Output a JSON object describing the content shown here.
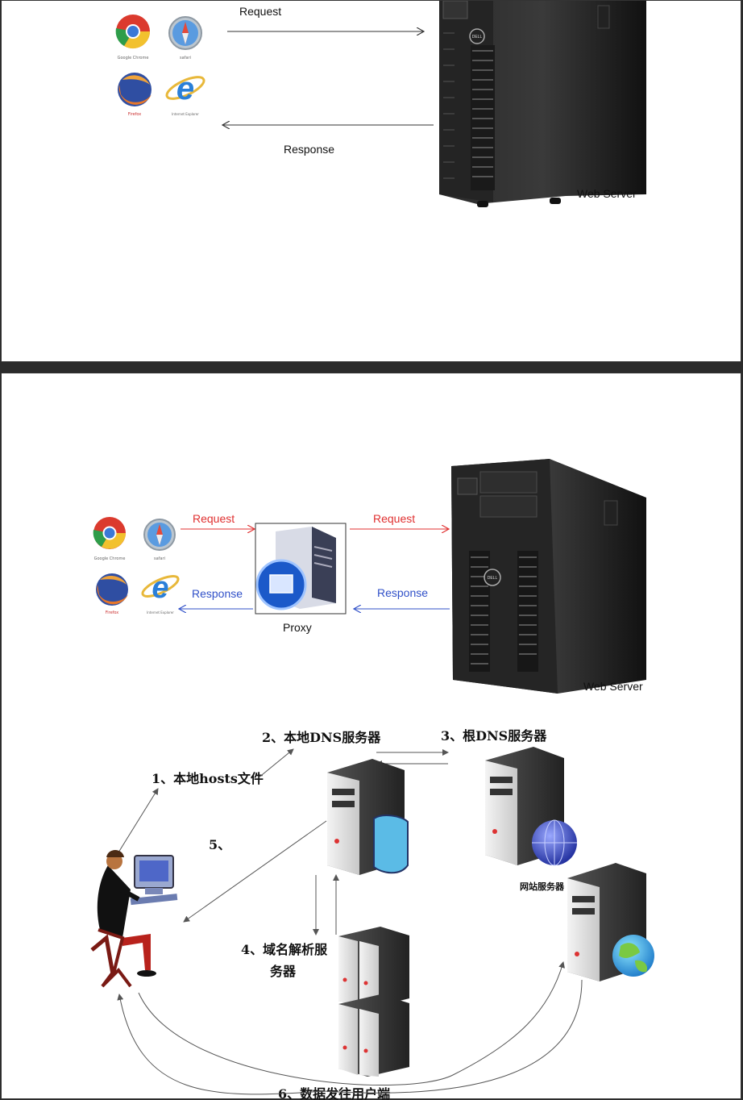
{
  "panel1": {
    "request": "Request",
    "response": "Response",
    "server": "Web Server",
    "browsers": [
      "Google Chrome",
      "safari",
      "Firefox",
      "Internet Explorer"
    ],
    "brand": "DELL"
  },
  "panel2": {
    "request_left": "Request",
    "request_right": "Request",
    "response_left": "Response",
    "response_right": "Response",
    "proxy": "Proxy",
    "server": "Web Server",
    "browsers": [
      "Google Chrome",
      "safari",
      "Firefox",
      "Internet Explorer"
    ],
    "brand": "DELL"
  },
  "dns": {
    "step1": "1、本地hosts文件",
    "step2": "2、本地DNS服务器",
    "step3": "3、根DNS服务器",
    "step4_line1": "4、域名解析服",
    "step4_line2": "务器",
    "step5": "5、",
    "step6": "6、数据发往用户端",
    "website_server": "网站服务器"
  },
  "colors": {
    "request_red": "#e03030",
    "response_blue": "#3050c8",
    "server_dark": "#1e1e1e"
  }
}
